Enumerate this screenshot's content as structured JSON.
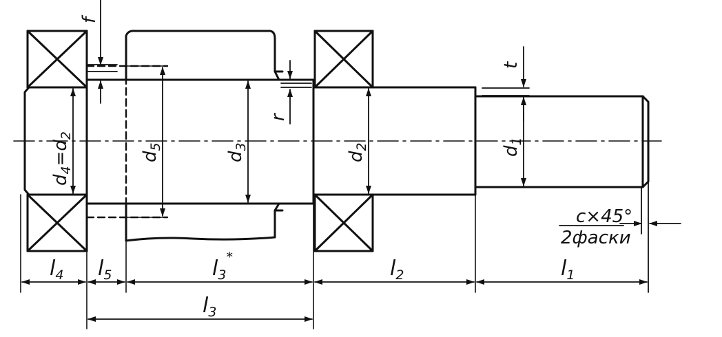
{
  "colors": {
    "ink": "#111111",
    "paper": "#ffffff"
  },
  "labels": {
    "d4_eq_d2": {
      "main": "d",
      "sub": "4",
      "eq": "=",
      "main2": "d",
      "sub2": "2"
    },
    "d5": {
      "main": "d",
      "sub": "5"
    },
    "d3": {
      "main": "d",
      "sub": "3"
    },
    "d2": {
      "main": "d",
      "sub": "2"
    },
    "d1": {
      "main": "d",
      "sub": "1"
    },
    "f": "f",
    "r": "r",
    "t": "t",
    "l4": {
      "main": "l",
      "sub": "4"
    },
    "l5": {
      "main": "l",
      "sub": "5"
    },
    "l3_star": {
      "main": "l",
      "sub": "3",
      "star": "*"
    },
    "l2": {
      "main": "l",
      "sub": "2"
    },
    "l1": {
      "main": "l",
      "sub": "1"
    },
    "l3": {
      "main": "l",
      "sub": "3"
    },
    "chamfer": "c×45°",
    "chamfer_note": "2фаски"
  }
}
